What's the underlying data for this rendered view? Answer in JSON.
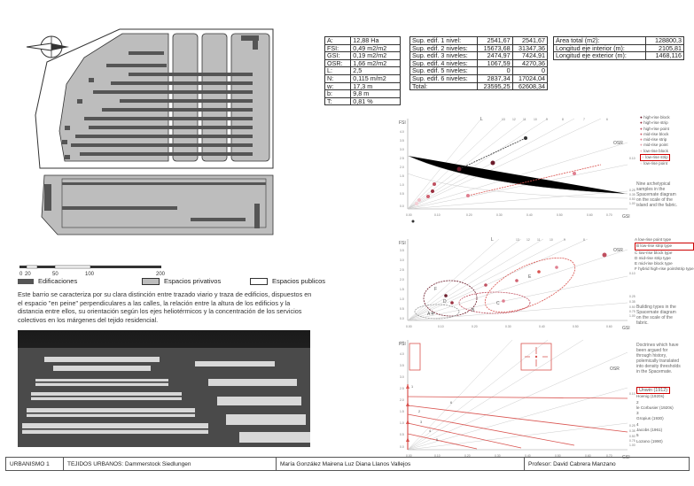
{
  "params": [
    {
      "label": "A:",
      "value": "12,88 Ha"
    },
    {
      "label": "FSI:",
      "value": "0,49 m2/m2"
    },
    {
      "label": "GSI:",
      "value": "0,19 m2/m2"
    },
    {
      "label": "OSR:",
      "value": "1,66 m2/m2"
    },
    {
      "label": "L:",
      "value": "2,5"
    },
    {
      "label": "N:",
      "value": "0,115 m/m2"
    },
    {
      "label": "w:",
      "value": "17,3 m"
    },
    {
      "label": "b:",
      "value": "9,8 m"
    },
    {
      "label": "T:",
      "value": "0,81 %"
    }
  ],
  "floors": [
    {
      "label": "Sup. edif. 1 nivel:",
      "a": "2541,67",
      "b": "2541,67"
    },
    {
      "label": "Sup. edif. 2 niveles:",
      "a": "15673,68",
      "b": "31347,36"
    },
    {
      "label": "Sup. edif. 3 niveles:",
      "a": "2474,97",
      "b": "7424,91"
    },
    {
      "label": "Sup. edif. 4 niveles:",
      "a": "1067,59",
      "b": "4270,36"
    },
    {
      "label": "Sup. edif. 5 niveles:",
      "a": "0",
      "b": "0"
    },
    {
      "label": "Sup. edif. 6 niveles:",
      "a": "2837,34",
      "b": "17024,04"
    },
    {
      "label": "Total:",
      "a": "23595,25",
      "b": "62608,34"
    }
  ],
  "areas": [
    {
      "label": "Área total (m2):",
      "value": "128800,3"
    },
    {
      "label": "Longitud eje interior (m):",
      "value": "2105,81"
    },
    {
      "label": "Longitud eje exterior (m):",
      "value": "1468,116"
    }
  ],
  "scale": {
    "labels": [
      "0",
      "20",
      "50",
      "100",
      "200"
    ]
  },
  "legend": {
    "buildings": "Edificaciones",
    "private": "Espacios privativos",
    "public": "Espacios publicos"
  },
  "colors": {
    "building": "#555555",
    "private": "#bdbdbd",
    "public": "#ffffff",
    "accent": "#d9534f",
    "highlight": "#cc0000"
  },
  "description": "Este barrio se caracteriza por su clara distinción entre trazado viario y traza de edificios, dispuestos en el espacio \"en peine\" perpendiculares a las calles, la relación entre la altura de los edificios y la distancia entre ellos, su orientación según los ejes heliotérmicos y la concentración de los servicios colectivos en los márgenes del tejido residencial.",
  "chart1": {
    "y_title": "FSI",
    "x_title": "GSI",
    "l_title": "L",
    "osr_title": "OSR",
    "l_ticks": [
      "13",
      "12",
      "11",
      "10",
      "9",
      "8",
      "7",
      "6"
    ],
    "x_ticks": [
      "0.00",
      "0.10",
      "0.20",
      "0.30",
      "0.40",
      "0.50",
      "0.60",
      "0.70"
    ],
    "y_ticks": [
      "4.0",
      "3.5",
      "3.0",
      "2.5",
      "2.0",
      "1.5",
      "1.0",
      "0.5",
      "0.0"
    ],
    "osr_ticks": [
      "0.10",
      "0.25",
      "0.35",
      "0.50",
      "1.00"
    ],
    "legend": [
      "high-rise block",
      "high-rise strip",
      "high-rise point",
      "mid-rise block",
      "mid-rise strip",
      "mid-rise point",
      "low-rise block",
      "low-rise strip",
      "low-rise point"
    ],
    "legend_colors": [
      "#6b1b2a",
      "#9b3040",
      "#c05060",
      "#d06070",
      "#e07f90",
      "#e8a0ad",
      "#f0c0c8",
      "#f5d0d6",
      "#f8e0e4"
    ],
    "highlight_index": 7,
    "note": "Nine archetypical samples in the Spacemate diagram on the scale of the island and the fabric."
  },
  "chart2": {
    "y_title": "FSI",
    "x_title": "GSI",
    "l_title": "L",
    "osr_title": "OSR",
    "l_ticks": [
      "13",
      "12",
      "11",
      "10",
      "9",
      "8"
    ],
    "x_ticks": [
      "0.00",
      "0.10",
      "0.20",
      "0.30",
      "0.40",
      "0.50",
      "0.60"
    ],
    "y_ticks": [
      "3.5",
      "3.0",
      "2.5",
      "2.0",
      "1.5",
      "1.0",
      "0.5",
      "0.0"
    ],
    "osr_ticks": [
      "0.10",
      "0.25",
      "0.35",
      "0.50",
      "0.75",
      "1.00"
    ],
    "area_letters": [
      "A",
      "B",
      "C",
      "D",
      "E",
      "F"
    ],
    "legend": [
      "A low-rise point type",
      "B low-rise strip type",
      "C low-rise block type",
      "D mid-rise strip type",
      "E mid-rise block type",
      "F hybrid high-rise point/strip type"
    ],
    "highlight_index": 1,
    "note": "Building types in the Spacemate diagram on the scale of the fabric."
  },
  "chart3": {
    "y_title": "FSI",
    "x_title": "GSI",
    "osr_title": "OSR",
    "x_ticks": [
      "0.00",
      "0.10",
      "0.20",
      "0.30",
      "0.40",
      "0.50",
      "0.60",
      "0.70"
    ],
    "y_ticks": [
      "4.5",
      "4.0",
      "3.5",
      "3.0",
      "2.5",
      "2.0",
      "1.5",
      "1.0",
      "0.5",
      "0.0"
    ],
    "osr_ticks": [
      "0.10",
      "0.25",
      "0.35",
      "0.50",
      "0.75",
      "1.00"
    ],
    "line_labels": [
      "1",
      "2",
      "3",
      "4",
      "5",
      "6"
    ],
    "note": "Doctrines which have been argued for through history, polemically translated into density thresholds in the Spacemate.",
    "highlight": "Unwin (1912)",
    "doctrines": [
      "Hoenig (1920s)",
      "2",
      "le Corbusier (1920s)",
      "3",
      "Gropius (1930)",
      "4",
      "Jacobs (1961)",
      "5",
      "Lozano (1990)"
    ]
  },
  "footer": {
    "course": "URBANISMO 1",
    "title": "TEJIDOS URBANOS: Dammerstock Siedlungen",
    "authors": "María González Mairena  Luz Diana Llanos Vallejos",
    "professor": "Profesor: David Cabrera Manzano"
  }
}
